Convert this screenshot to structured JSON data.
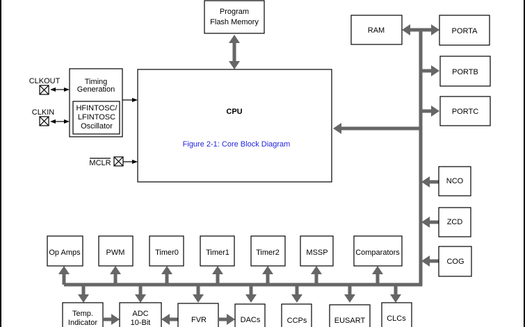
{
  "diagram": {
    "caption": "Figure 2-1: Core Block Diagram",
    "bus_color": "#666666",
    "caption_color": "#2222dd",
    "blocks": {
      "program_flash": [
        "Program",
        "Flash Memory"
      ],
      "cpu": "CPU",
      "timing": [
        "Timing",
        "Generation"
      ],
      "oscillator": [
        "HFINTOSC/",
        "LFINTOSC",
        "Oscillator"
      ],
      "ram": "RAM",
      "porta": "PORTA",
      "portb": "PORTB",
      "portc": "PORTC",
      "nco": "NCO",
      "zcd": "ZCD",
      "cog": "COG",
      "op_amps": "Op Amps",
      "pwm": "PWM",
      "timer0": "Timer0",
      "timer1": "Timer1",
      "timer2": "Timer2",
      "mssp": "MSSP",
      "comparators": "Comparators",
      "temp_indicator": [
        "Temp.",
        "Indicator"
      ],
      "adc": [
        "ADC",
        "10-Bit"
      ],
      "fvr": "FVR",
      "dacs": "DACs",
      "ccps": "CCPs",
      "eusart": "EUSART",
      "clcs": "CLCs"
    },
    "pins": {
      "clkout": "CLKOUT",
      "clkin": "CLKIN",
      "mclr": "MCLR"
    }
  }
}
